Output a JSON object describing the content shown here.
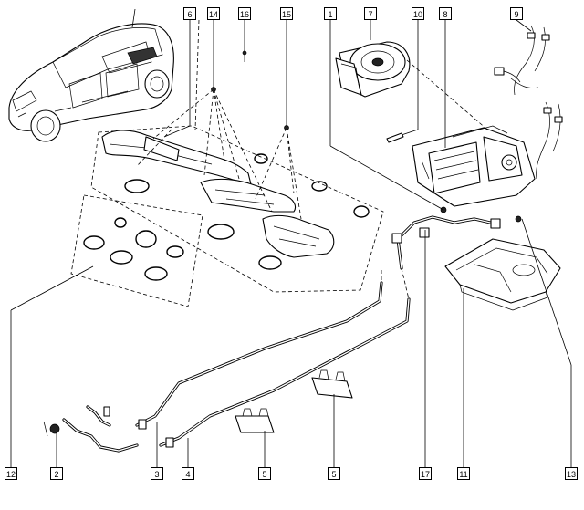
{
  "labels": {
    "n1": "1",
    "n2": "2",
    "n3": "3",
    "n4": "4",
    "n5a": "5",
    "n5b": "5",
    "n6": "6",
    "n7": "7",
    "n8": "8",
    "n9": "9",
    "n10": "10",
    "n11": "11",
    "n12": "12",
    "n13": "13",
    "n14": "14",
    "n15": "15",
    "n16": "16",
    "n17": "17"
  },
  "colors": {
    "line": "#000000",
    "background": "#ffffff",
    "fill_dark": "#222222"
  }
}
